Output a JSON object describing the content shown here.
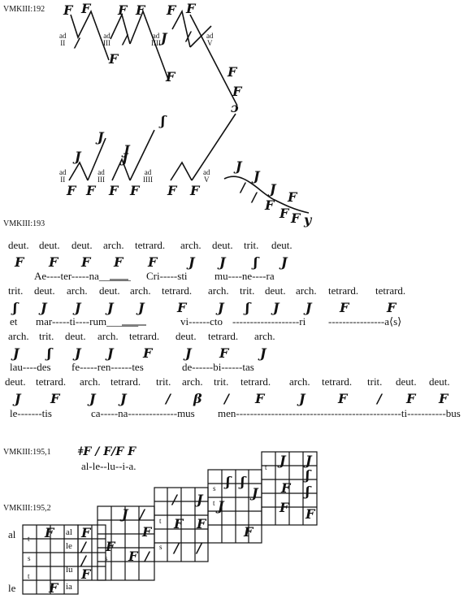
{
  "refs": {
    "r192": "VMKIII:192",
    "r193": "VMKIII:193",
    "r195_1": "VMKIII:195,1",
    "r195_2": "VMKIII:195,2"
  },
  "fig192_top_labels": [
    {
      "l1": "ad",
      "l2": "II"
    },
    {
      "l1": "ad",
      "l2": "III"
    },
    {
      "l1": "ad",
      "l2": "IIII"
    },
    {
      "l1": "ad",
      "l2": "V"
    }
  ],
  "fig192_bottom_labels": [
    {
      "l1": "ad",
      "l2": "II"
    },
    {
      "l1": "ad",
      "l2": "III"
    },
    {
      "l1": "ad",
      "l2": "IIII"
    },
    {
      "l1": "ad",
      "l2": "V"
    }
  ],
  "line1_modes": [
    "deut.",
    "deut.",
    "deut.",
    "arch.",
    "tetrard.",
    "arch.",
    "deut.",
    "trit.",
    "deut."
  ],
  "line1_text": [
    "Ae----ter-----na______",
    "Cri-----sti",
    "mu----ne----ra"
  ],
  "line2_modes": [
    "trit.",
    "deut.",
    "arch.",
    "deut.",
    "arch.",
    "tetrard.",
    "arch.",
    "trit.",
    "deut.",
    "arch.",
    "tetrard.",
    "tetrard."
  ],
  "line2_text": [
    "et",
    "mar-----ti----rum______",
    "vi------cto",
    "-------------------ri",
    "----------------a⟨s⟩"
  ],
  "line3_modes": [
    "arch.",
    "trit.",
    "deut.",
    "arch.",
    "tetrard.",
    "deut.",
    "tetrard.",
    "arch."
  ],
  "line3_text": [
    "lau----des",
    "fe-----ren------tes",
    "de------bi------tas"
  ],
  "line4_modes": [
    "deut.",
    "tetrard.",
    "arch.",
    "tetrard.",
    "trit.",
    "arch.",
    "trit.",
    "tetrard.",
    "arch.",
    "tetrard.",
    "trit.",
    "deut.",
    "deut."
  ],
  "line4_text": [
    "le-------tis",
    "ca-----na--------------mus",
    "men-----------------------------------------------ti-----------bus"
  ],
  "alleluia": "al-le--lu--i-a.",
  "grid_syllables": [
    "al",
    "le",
    "lu",
    "ia"
  ],
  "grid_left_labels": [
    "al",
    "le"
  ],
  "grid_marks": [
    "s",
    "t"
  ]
}
